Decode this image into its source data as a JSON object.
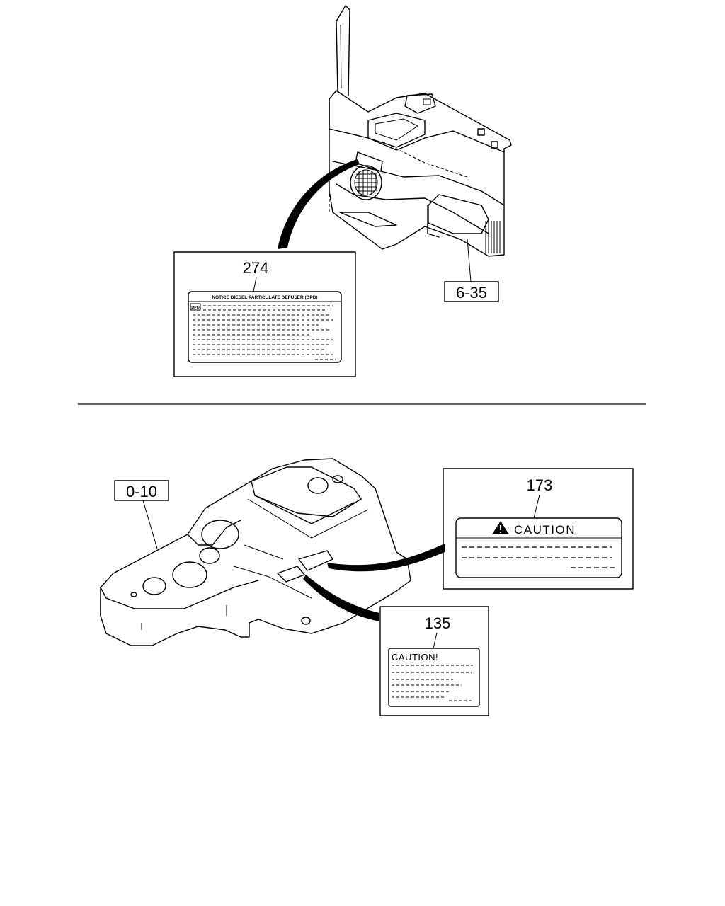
{
  "callouts": {
    "label_274": "274",
    "label_6_35": "6-35",
    "label_0_10": "0-10",
    "label_173": "173",
    "label_135": "135"
  },
  "labels": {
    "dpf_notice_title": "NOTICE DIESEL PARTICULATE DEFUSER (DPD)",
    "dpf_badge": "DPD",
    "caution_173": "CAUTION",
    "caution_135": "CAUTION!"
  },
  "icons": {
    "warning": "warning-triangle-icon"
  }
}
